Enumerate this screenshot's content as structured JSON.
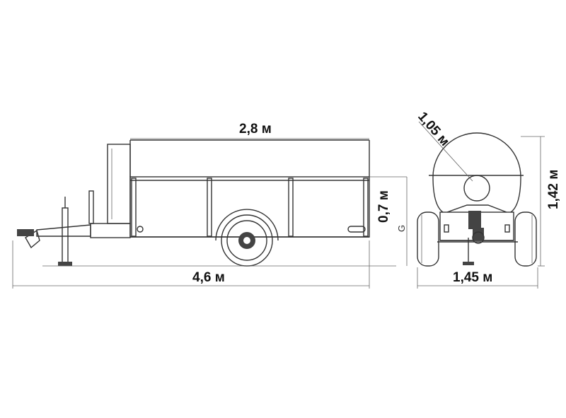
{
  "dimensions": {
    "body_length": "2,8 м",
    "total_length": "4,6 м",
    "side_height": "0,7 м",
    "diameter": "1,05 м",
    "total_height": "1,42 м",
    "total_width": "1,45 м"
  },
  "marker": "G",
  "colors": {
    "line": "#333333",
    "text": "#111111",
    "background": "#ffffff"
  }
}
